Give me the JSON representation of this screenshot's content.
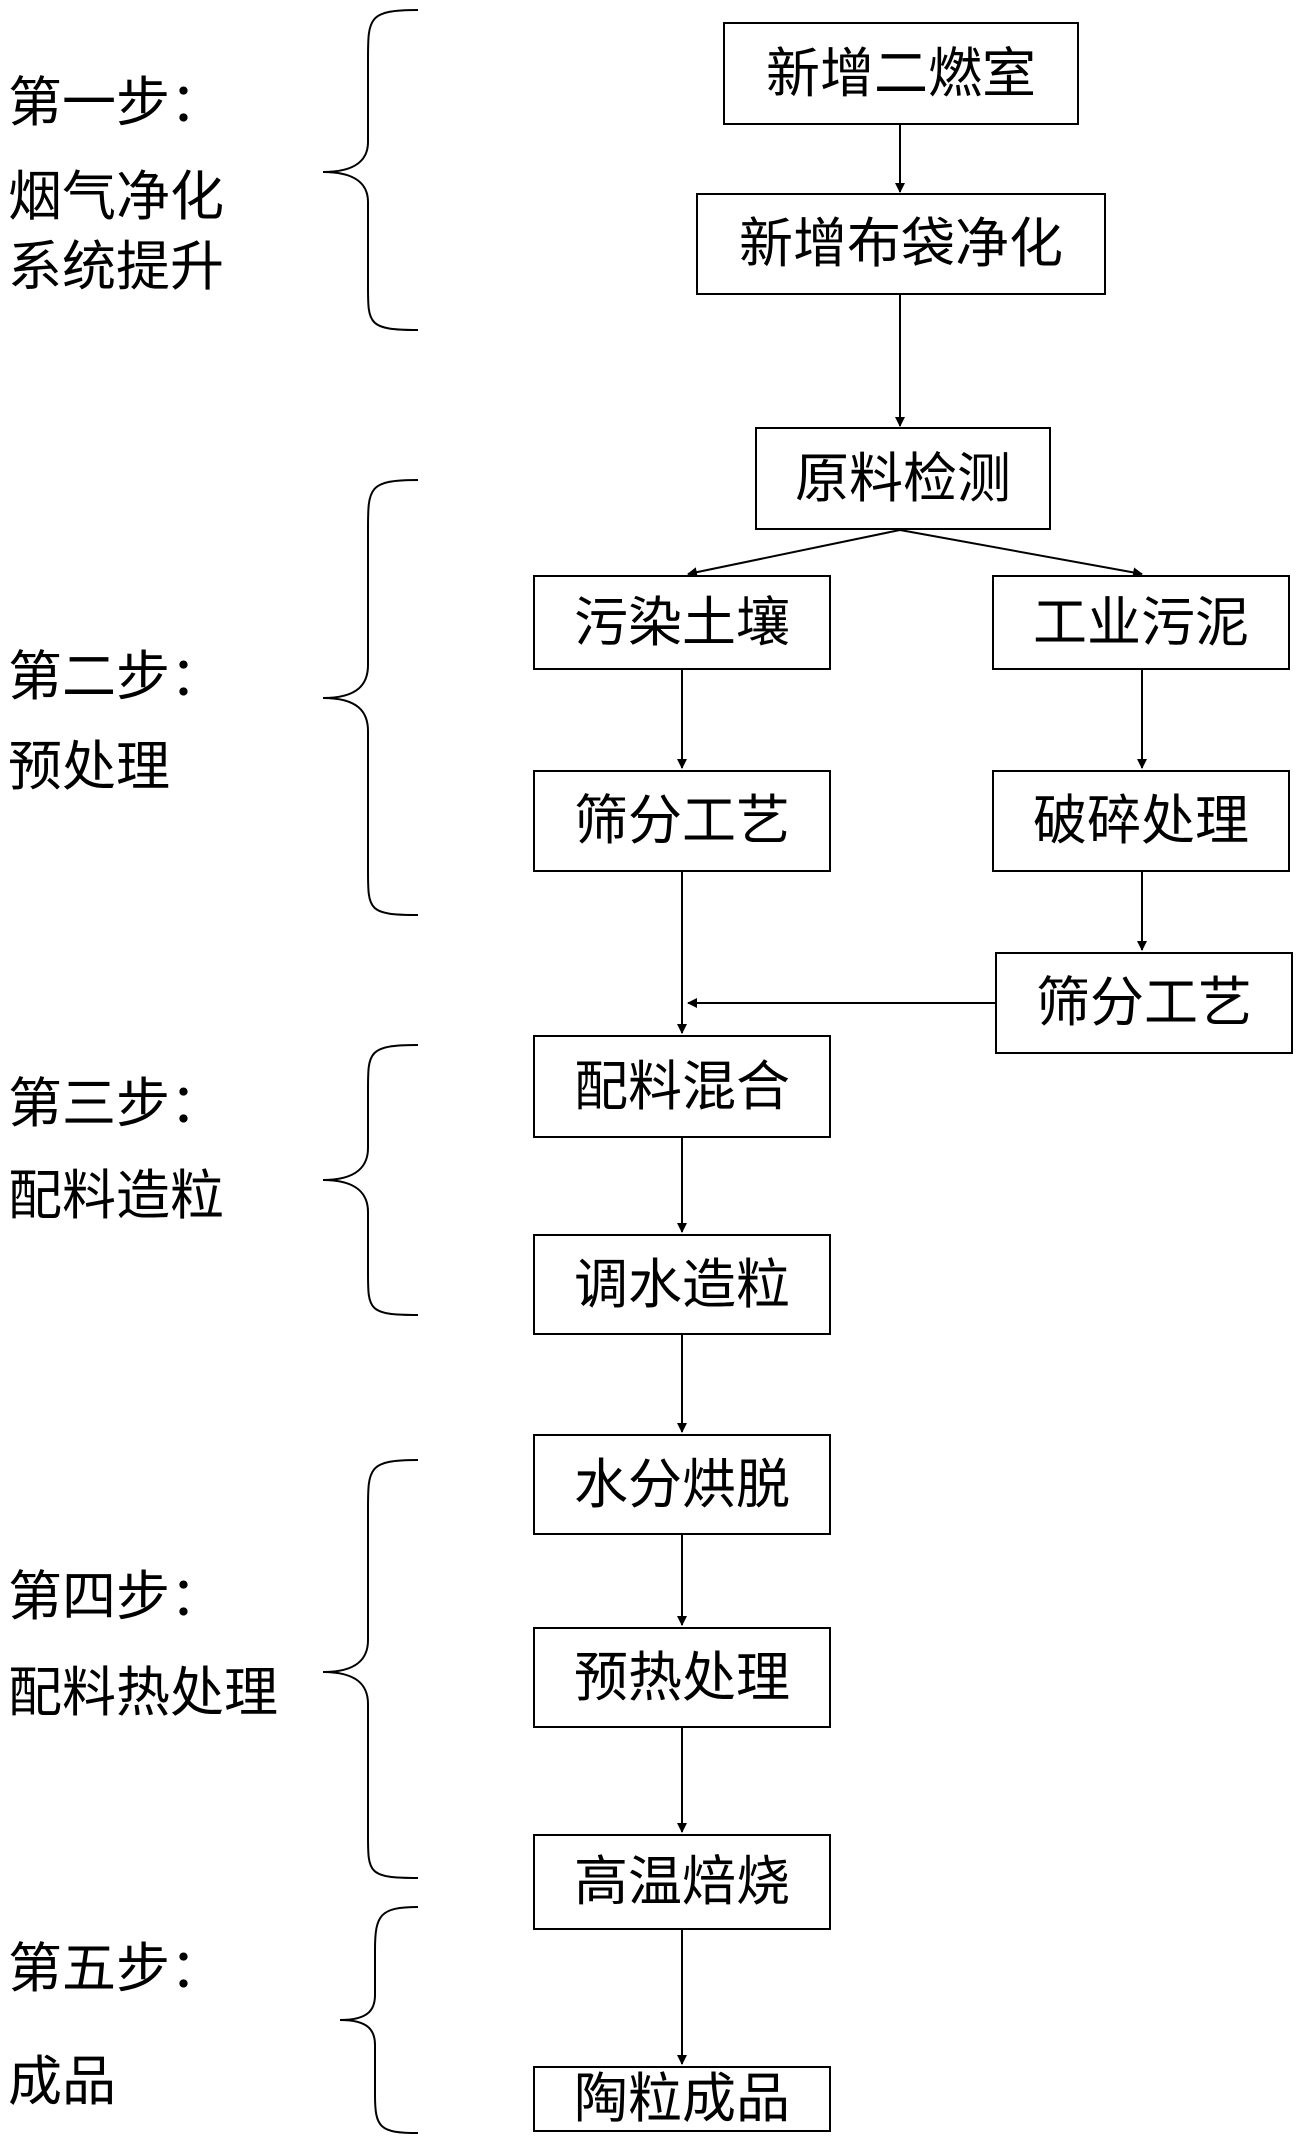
{
  "steps": [
    {
      "title": "第一步：",
      "lines": [
        "烟气净化",
        "系统提升"
      ]
    },
    {
      "title": "第二步：",
      "lines": [
        "预处理"
      ]
    },
    {
      "title": "第三步：",
      "lines": [
        "配料造粒"
      ]
    },
    {
      "title": "第四步：",
      "lines": [
        "配料热处理"
      ]
    },
    {
      "title": "第五步：",
      "lines": [
        "成品"
      ]
    }
  ],
  "nodes": {
    "secondary_chamber": "新增二燃室",
    "bag_filter": "新增布袋净化",
    "raw_material_test": "原料检测",
    "contaminated_soil": "污染土壤",
    "industrial_sludge": "工业污泥",
    "screening_left": "筛分工艺",
    "crushing": "破碎处理",
    "screening_right": "筛分工艺",
    "batching_mixing": "配料混合",
    "water_granulation": "调水造粒",
    "moisture_drying": "水分烘脱",
    "preheating": "预热处理",
    "high_temp_roasting": "高温焙烧",
    "ceramsite_product": "陶粒成品"
  }
}
